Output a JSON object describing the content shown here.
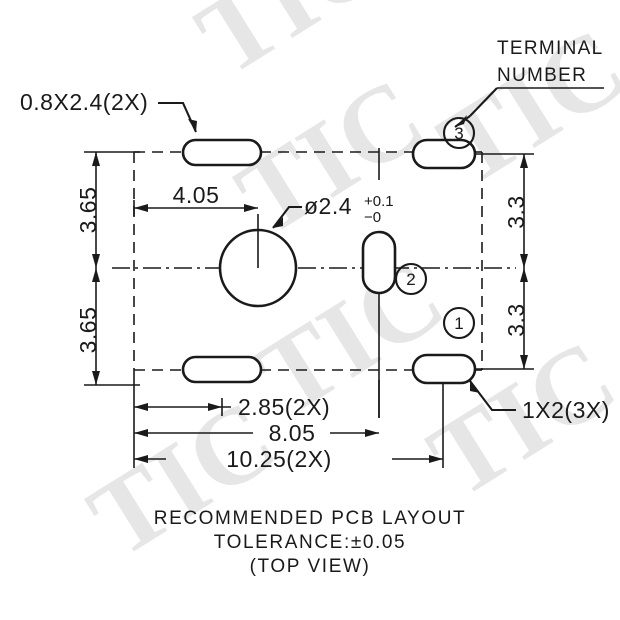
{
  "drawing": {
    "title": "RECOMMENDED PCB LAYOUT",
    "tolerance": "TOLERANCE:±0.05",
    "view": "(TOP VIEW)",
    "terminal_label_line1": "TERMINAL",
    "terminal_label_line2": "NUMBER"
  },
  "labels": {
    "slot_oblong": "0.8X2.4(2X)",
    "pad_rect": "1X2(3X)",
    "hole_dia_base": "ø2.4",
    "hole_tol_upper": "+0.1",
    "hole_tol_lower": "−0"
  },
  "dimensions": {
    "left_upper": "3.65",
    "left_lower": "3.65",
    "right_upper": "3.3",
    "right_lower": "3.3",
    "hole_x": "4.05",
    "bottom_small": "2.85(2X)",
    "bottom_mid": "8.05",
    "bottom_large": "10.25(2X)"
  },
  "terminals": [
    {
      "number": "3",
      "position": "top-right"
    },
    {
      "number": "2",
      "position": "middle-center-right"
    },
    {
      "number": "1",
      "position": "bottom-right"
    }
  ],
  "watermark": {
    "text": "TIC",
    "color": "#e6e6e6"
  },
  "colors": {
    "line": "#1a1a1a",
    "background": "#ffffff"
  }
}
